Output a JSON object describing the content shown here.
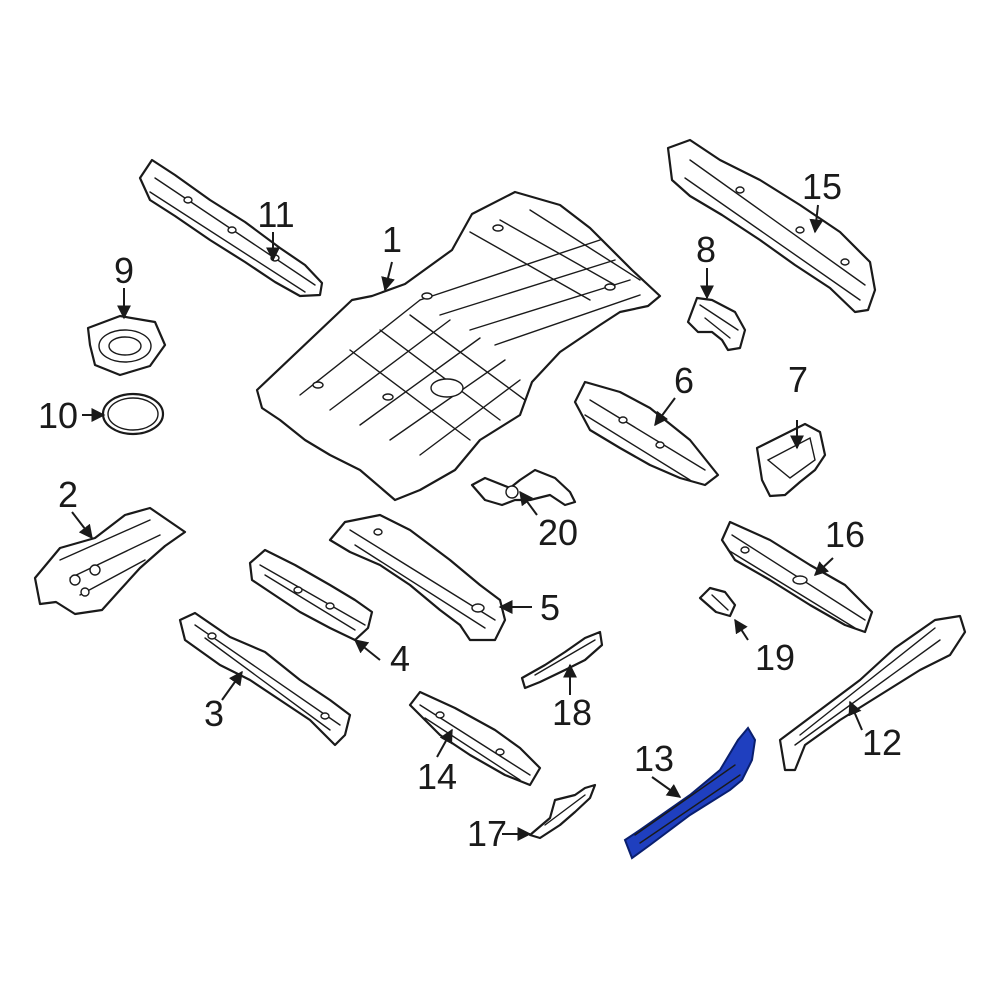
{
  "highlight_color": "#1f3fbf",
  "highlighted_part": "13",
  "callouts": [
    {
      "key": "p1",
      "label": "1"
    },
    {
      "key": "p2",
      "label": "2"
    },
    {
      "key": "p3",
      "label": "3"
    },
    {
      "key": "p4",
      "label": "4"
    },
    {
      "key": "p5",
      "label": "5"
    },
    {
      "key": "p6",
      "label": "6"
    },
    {
      "key": "p7",
      "label": "7"
    },
    {
      "key": "p8",
      "label": "8"
    },
    {
      "key": "p9",
      "label": "9"
    },
    {
      "key": "p10",
      "label": "10"
    },
    {
      "key": "p11",
      "label": "11"
    },
    {
      "key": "p12",
      "label": "12"
    },
    {
      "key": "p13",
      "label": "13"
    },
    {
      "key": "p14",
      "label": "14"
    },
    {
      "key": "p15",
      "label": "15"
    },
    {
      "key": "p16",
      "label": "16"
    },
    {
      "key": "p17",
      "label": "17"
    },
    {
      "key": "p18",
      "label": "18"
    },
    {
      "key": "p19",
      "label": "19"
    },
    {
      "key": "p20",
      "label": "20"
    }
  ]
}
